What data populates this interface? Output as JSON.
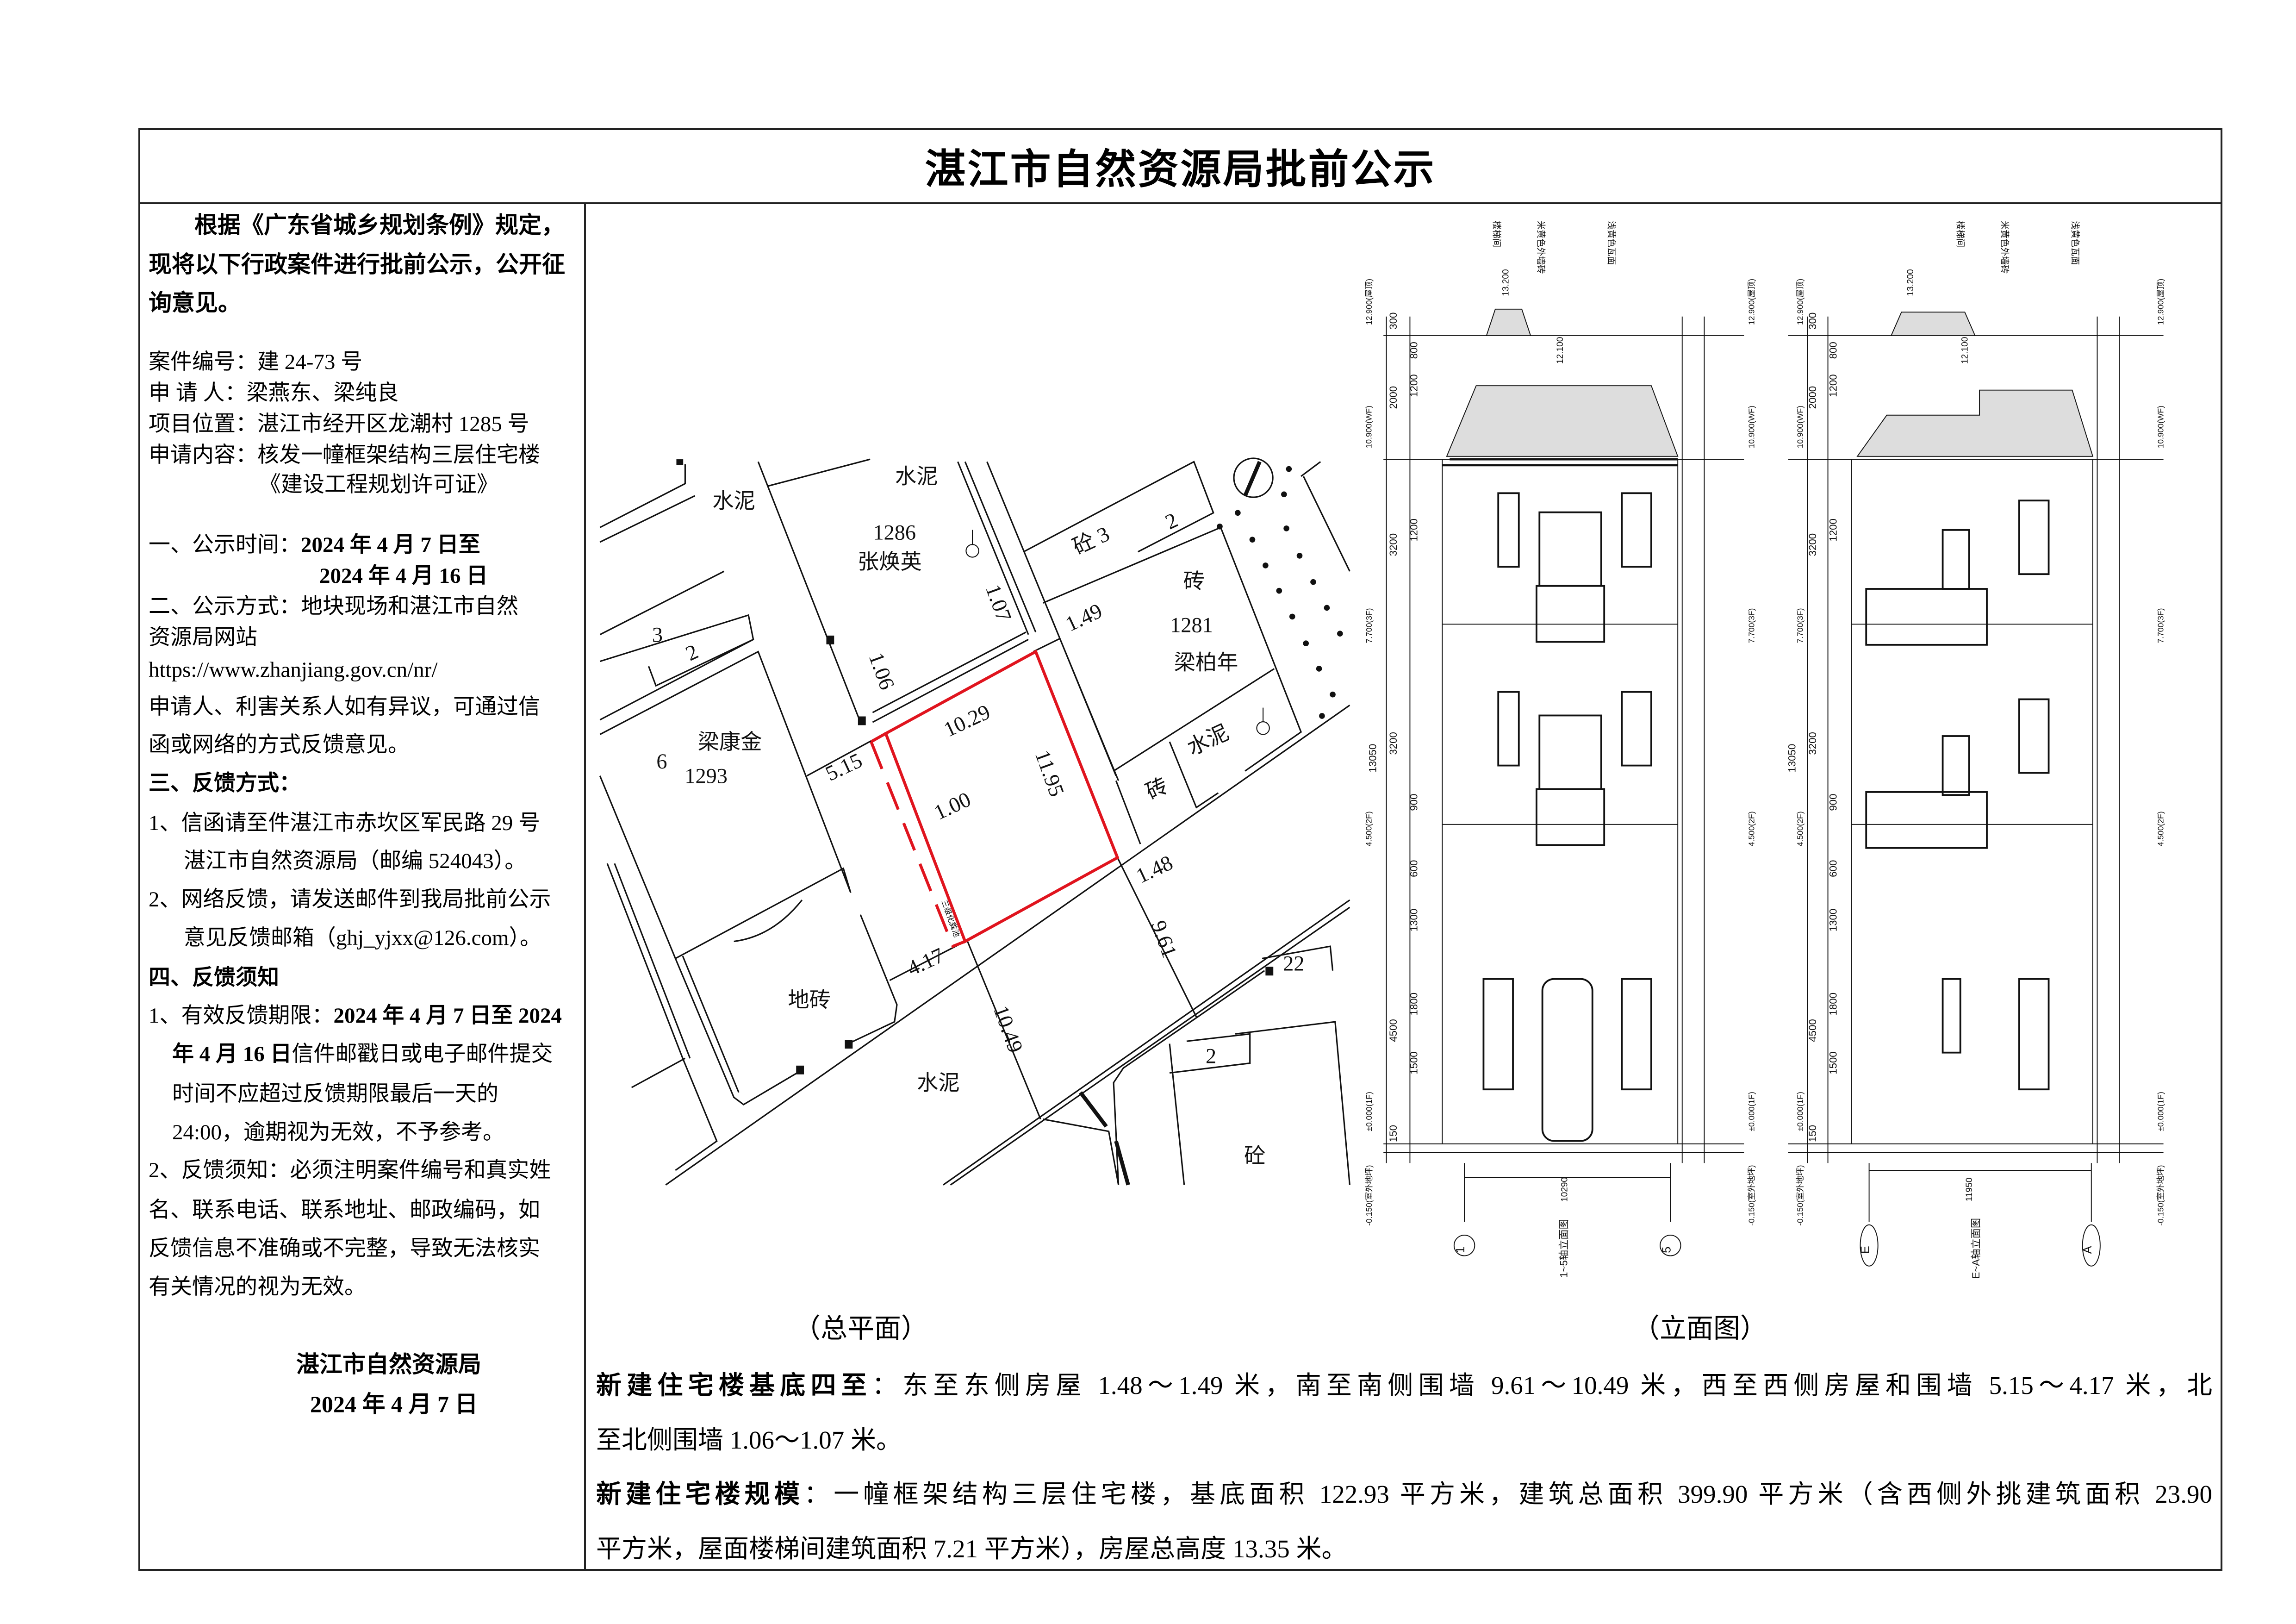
{
  "title": "湛江市自然资源局批前公示",
  "left": {
    "lines": [
      [
        {
          "t": "根据《广东省城乡规划条例》规定，",
          "b": true
        }
      ],
      [
        {
          "t": "现将以下行政案件进行批前公示，公开征",
          "b": true
        }
      ],
      [
        {
          "t": "询意见。",
          "b": true
        }
      ],
      [
        {
          "t": "案件编号：建 24-73 号",
          "b": false
        }
      ],
      [
        {
          "t": "申 请 人：梁燕东、梁纯良",
          "b": false
        }
      ],
      [
        {
          "t": "项目位置：湛江市经开区龙潮村 1285 号",
          "b": false
        }
      ],
      [
        {
          "t": "申请内容：核发一幢框架结构三层住宅楼",
          "b": false
        }
      ],
      [
        {
          "t": "《建设工程规划许可证》",
          "b": false
        }
      ],
      [
        {
          "t": "一、公示时间：",
          "b": false
        },
        {
          "t": "2024 年 4 月 7 日至",
          "b": true
        }
      ],
      [
        {
          "t": "2024 年 4 月 16 日",
          "b": true
        }
      ],
      [
        {
          "t": "二、公示方式：地块现场和湛江市自然",
          "b": false
        }
      ],
      [
        {
          "t": "资源局网站",
          "b": false
        }
      ],
      [
        {
          "t": "https://www.zhanjiang.gov.cn/nr/",
          "b": false
        }
      ],
      [
        {
          "t": "申请人、利害关系人如有异议，可通过信",
          "b": false
        }
      ],
      [
        {
          "t": "函或网络的方式反馈意见。",
          "b": false
        }
      ],
      [
        {
          "t": "三、反馈方式：",
          "b": true
        }
      ],
      [
        {
          "t": "1、信函请至件湛江市赤坎区军民路 29 号",
          "b": false
        }
      ],
      [
        {
          "t": "湛江市自然资源局（邮编 524043）。",
          "b": false
        }
      ],
      [
        {
          "t": "2、网络反馈，请发送邮件到我局批前公示",
          "b": false
        }
      ],
      [
        {
          "t": "意见反馈邮箱（ghj_yjxx@126.com）。",
          "b": false
        }
      ],
      [
        {
          "t": "四、反馈须知",
          "b": true
        }
      ],
      [
        {
          "t": "1、有效反馈期限：",
          "b": false
        },
        {
          "t": "2024 年 4 月 7 日至 2024",
          "b": true
        }
      ],
      [
        {
          "t": "年 4 月 16 日",
          "b": true
        },
        {
          "t": "信件邮戳日或电子邮件提交",
          "b": false
        }
      ],
      [
        {
          "t": "时间不应超过反馈期限最后一天的",
          "b": false
        }
      ],
      [
        {
          "t": "24:00，逾期视为无效，不予参考。",
          "b": false
        }
      ],
      [
        {
          "t": "2、反馈须知：必须注明案件编号和真实姓",
          "b": false
        }
      ],
      [
        {
          "t": "名、联系电话、联系地址、邮政编码，如",
          "b": false
        }
      ],
      [
        {
          "t": "反馈信息不准确或不完整，导致无法核实",
          "b": false
        }
      ],
      [
        {
          "t": "有关情况的视为无效。",
          "b": false
        }
      ],
      [
        {
          "t": "湛江市自然资源局",
          "b": true
        }
      ],
      [
        {
          "t": "2024 年 4 月 7 日",
          "b": true
        }
      ]
    ]
  },
  "site_plan": {
    "caption": "（总平面）",
    "boundary_color": "#e0141e",
    "labels": [
      "水泥",
      "水泥",
      "1286",
      "张焕英",
      "1.07",
      "砼 3",
      "2",
      "砖",
      "1281",
      "梁柏年",
      "1.49",
      "3",
      "2",
      "1.06",
      "10.29",
      "11.95",
      "梁康金",
      "6",
      "1293",
      "5.15",
      "1.00",
      "水泥",
      "砖",
      "1.48",
      "9.61",
      "4.17",
      "地砖",
      "10.49",
      "22",
      "2",
      "水泥",
      "砼",
      "三级化粪池"
    ]
  },
  "elevation": {
    "caption": "（立面图）",
    "notes": [
      "楼梯间",
      "米黄色外墙砖",
      "浅黄色瓦面",
      "13.200",
      "12.100"
    ],
    "levels": [
      "12.900(屋顶)",
      "10.900(WF)",
      "7.700(3F)",
      "4.500(2F)",
      "±0.000(1F)",
      "-0.150(室外地坪)"
    ],
    "views": [
      {
        "title": "1~5轴立面图",
        "width": "10290",
        "axis_left": "1",
        "axis_right": "5"
      },
      {
        "title": "E~A轴立面图",
        "width": "11950",
        "axis_left": "E",
        "axis_right": "A"
      }
    ],
    "dims": [
      "300",
      "2000",
      "3200",
      "3200",
      "13050",
      "4500",
      "1200",
      "800",
      "1200",
      "1500",
      "900",
      "1800",
      "1300",
      "600",
      "150"
    ]
  },
  "summary": {
    "boundary_label": "新建住宅楼基底四至",
    "boundary_line1": "：东至东侧房屋 1.48～1.49 米，南至南侧围墙 9.61～10.49 米，西至西侧房屋和围墙 5.15～4.17 米，北",
    "boundary_line2": "至北侧围墙 1.06～1.07 米。",
    "scale_label": "新建住宅楼规模",
    "scale_line1": "：一幢框架结构三层住宅楼，基底面积 122.93 平方米，建筑总面积 399.90 平方米（含西侧外挑建筑面积 23.90",
    "scale_line2": "平方米，屋面楼梯间建筑面积 7.21 平方米），房屋总高度 13.35 米。"
  }
}
